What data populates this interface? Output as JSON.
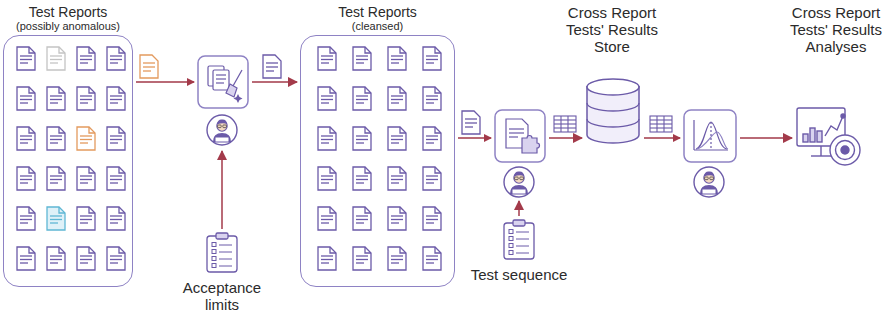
{
  "diagram": {
    "nodes": [
      {
        "text": [
          "Test Reports",
          "(possibly anomalous)"
        ]
      },
      {
        "text": [
          "Test Reports",
          "(cleansed)"
        ]
      },
      {
        "text": [
          "Cross Report Tests' Results Store"
        ]
      },
      {
        "text": [
          "Cross Report Tests' Results Analyses"
        ]
      },
      {
        "text": [
          "Acceptance limits"
        ]
      },
      {
        "text": [
          "Test sequence"
        ]
      }
    ],
    "edges": [
      {
        "from": 0,
        "to": 1,
        "arrow": "to"
      },
      {
        "from": 1,
        "to": 2,
        "arrow": "to"
      },
      {
        "from": 2,
        "to": 3,
        "arrow": "to"
      }
    ]
  }
}
